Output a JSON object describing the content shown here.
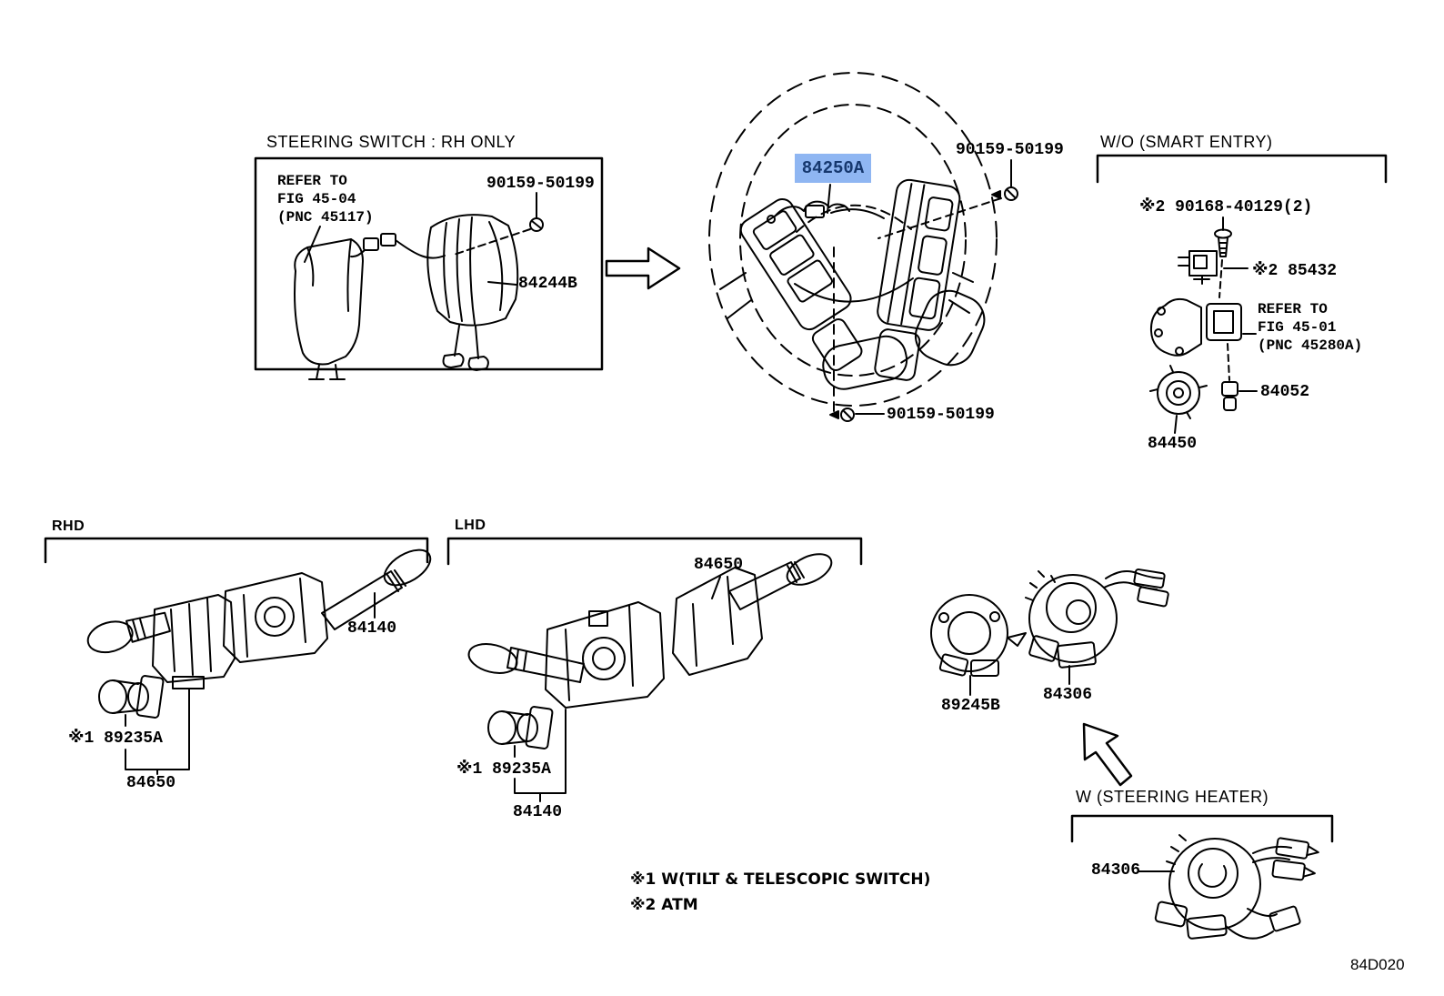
{
  "page": {
    "diagram_code": "84D020"
  },
  "colors": {
    "highlight_bg": "#8fb6f2",
    "highlight_text": "#16386e",
    "line": "#000000"
  },
  "sections": {
    "steering_switch_box": {
      "title": "STEERING SWITCH : RH ONLY",
      "refer_note": "REFER TO\nFIG 45-04\n(PNC 45117)",
      "screw": "90159-50199",
      "part": "84244B"
    },
    "steering_wheel": {
      "highlighted_part": "84250A",
      "screw_top": "90159-50199",
      "screw_bottom": "90159-50199"
    },
    "wo_smart_entry": {
      "title": "W/O (SMART ENTRY)",
      "screw": "※2 90168-40129(2)",
      "part_85432": "※2 85432",
      "refer_note": "REFER TO\nFIG 45-01\n(PNC 45280A)",
      "part_84052": "84052",
      "part_84450": "84450"
    },
    "rhd": {
      "title": "RHD",
      "part_84140": "84140",
      "part_89235a": "※1 89235A",
      "part_84650": "84650"
    },
    "lhd": {
      "title": "LHD",
      "part_84650": "84650",
      "part_89235a": "※1 89235A",
      "part_84140": "84140"
    },
    "spiral_cable": {
      "part_89245b": "89245B",
      "part_84306": "84306"
    },
    "steering_heater": {
      "title": "W (STEERING HEATER)",
      "part_84306": "84306"
    },
    "notes": {
      "note_1": "※1 W(TILT & TELESCOPIC SWITCH)",
      "note_2": "※2 ATM"
    }
  }
}
